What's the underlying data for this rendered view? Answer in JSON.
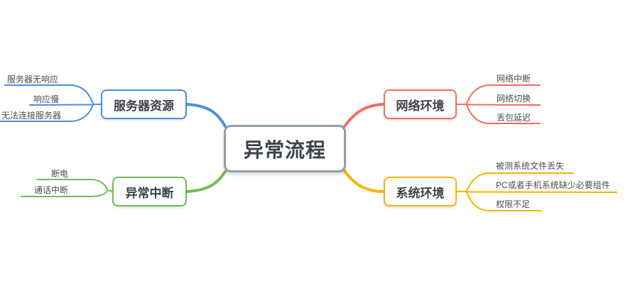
{
  "title": "异常流程",
  "colors": {
    "c-blue": "#4a90e2",
    "c-green": "#6dbf50",
    "c-red": "#fa6a5f",
    "c-yellow": "#f8b400",
    "c-gray": "#959ea9",
    "c-text": "#3d434b",
    "c-subtext": "#4c4c4c"
  },
  "branches": [
    {
      "id": "server-resources",
      "label": "服务器资源",
      "color": "#4a90e2",
      "children": [
        "服务器无响应",
        "响应慢",
        "无法连接服务器"
      ]
    },
    {
      "id": "abnormal-interrupt",
      "label": "异常中断",
      "color": "#6dbf50",
      "children": [
        "断电",
        "通话中断"
      ]
    },
    {
      "id": "network-environment",
      "label": "网络环境",
      "color": "#fa6a5f",
      "children": [
        "网络中断",
        "网络切换",
        "丢包延迟"
      ]
    },
    {
      "id": "system-environment",
      "label": "系统环境",
      "color": "#f8b400",
      "children": [
        "被测系统文件丢失",
        "PC或者手机系统缺少必要组件",
        "权限不足"
      ]
    }
  ]
}
